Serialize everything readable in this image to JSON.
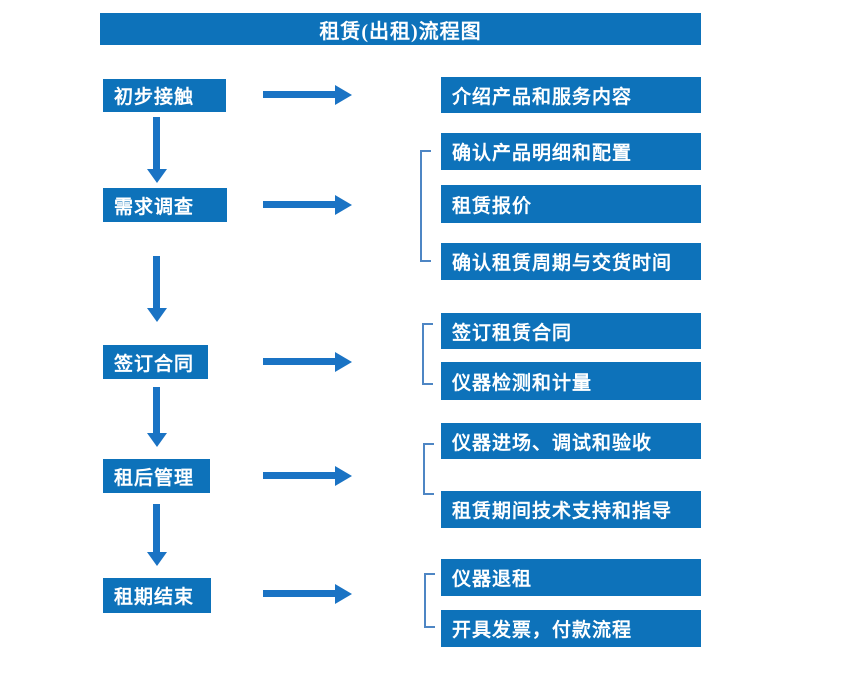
{
  "title": "租赁(出租)流程图",
  "colors": {
    "box": "#0d72ba",
    "arrow": "#1a73c4",
    "bracket": "#4e86c4",
    "text": "#ffffff",
    "bg": "#ffffff"
  },
  "steps": [
    {
      "label": "初步接触",
      "outputs": [
        "介绍产品和服务内容"
      ]
    },
    {
      "label": "需求调查",
      "outputs": [
        "确认产品明细和配置",
        "租赁报价",
        "确认租赁周期与交货时间"
      ]
    },
    {
      "label": "签订合同",
      "outputs": [
        "签订租赁合同",
        "仪器检测和计量"
      ]
    },
    {
      "label": "租后管理",
      "outputs": [
        "仪器进场、调试和验收",
        "租赁期间技术支持和指导"
      ]
    },
    {
      "label": "租期结束",
      "outputs": [
        "仪器退租",
        "开具发票，付款流程"
      ]
    }
  ]
}
